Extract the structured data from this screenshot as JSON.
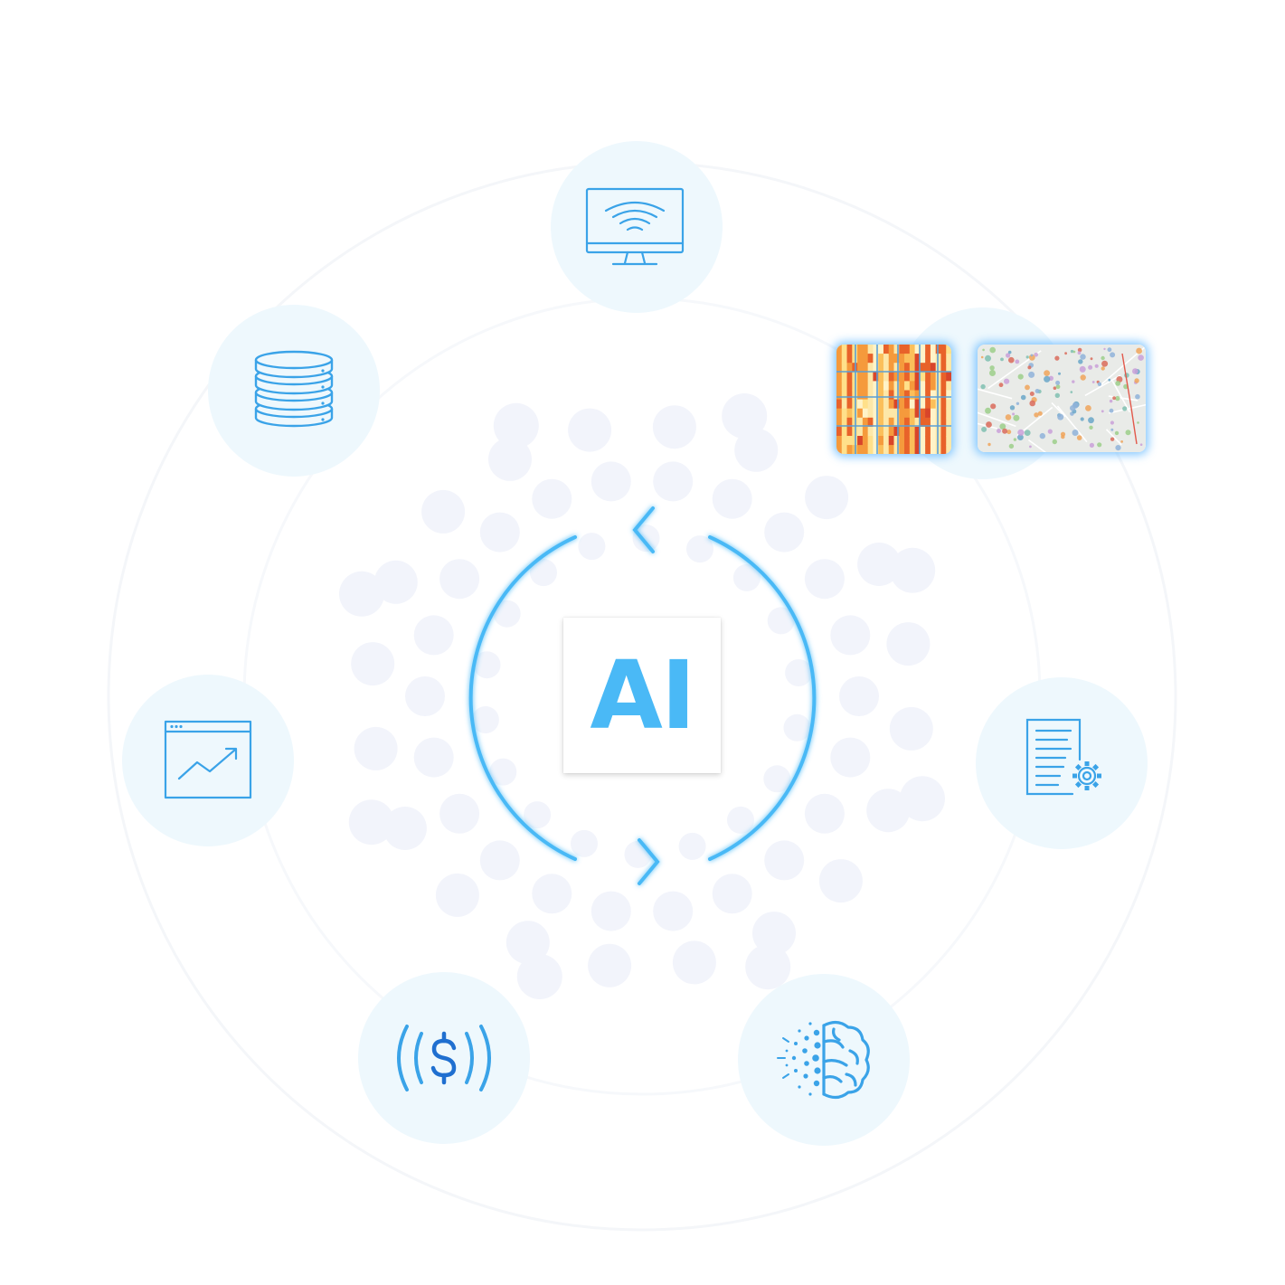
{
  "center": {
    "label": "AI"
  },
  "colors": {
    "accent": "#4ab9f6",
    "icon_stroke": "#3aa3e8",
    "node_fill": "#eef8fd",
    "dot_fill": "#f1f4fb"
  },
  "nodes": [
    {
      "id": "monitor",
      "icon": "monitor-wifi-icon"
    },
    {
      "id": "database",
      "icon": "database-stack-icon"
    },
    {
      "id": "analytics",
      "icon": "browser-trend-chart-icon"
    },
    {
      "id": "money",
      "icon": "dollar-signal-icon"
    },
    {
      "id": "brain",
      "icon": "digital-brain-icon"
    },
    {
      "id": "document",
      "icon": "document-settings-icon"
    },
    {
      "id": "visualization",
      "icon": "heatmap-map-thumbnails"
    }
  ],
  "cycle": {
    "icon": "refresh-cycle-arrows-icon"
  }
}
